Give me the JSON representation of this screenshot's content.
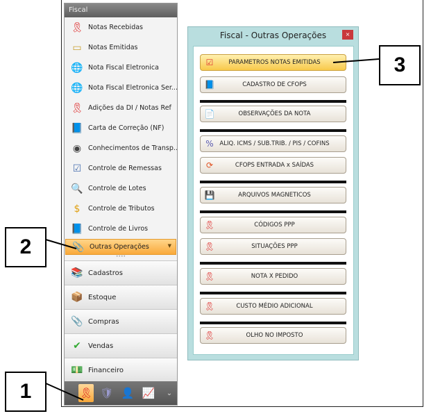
{
  "sidebar": {
    "header": "Fiscal",
    "items": [
      {
        "label": "Notas Recebidas",
        "icon": "ribbon-add-icon"
      },
      {
        "label": "Notas Emitidas",
        "icon": "tray-icon"
      },
      {
        "label": "Nota Fiscal Eletronica",
        "icon": "globe-check-icon"
      },
      {
        "label": "Nota Fiscal Eletronica Ser...",
        "icon": "globe-check-icon"
      },
      {
        "label": "Adições da DI / Notas Ref",
        "icon": "ribbon-add-icon"
      },
      {
        "label": "Carta de Correção (NF)",
        "icon": "book-icon"
      },
      {
        "label": "Conhecimentos de Transp...",
        "icon": "disc-icon"
      },
      {
        "label": "Controle de Remessas",
        "icon": "document-check-icon"
      },
      {
        "label": "Controle de Lotes",
        "icon": "magnifier-icon"
      },
      {
        "label": "Controle de Tributos",
        "icon": "coin-icon"
      },
      {
        "label": "Controle de Livros",
        "icon": "book-icon"
      }
    ],
    "active": "Outras Operações",
    "sections": [
      "Cadastros",
      "Estoque",
      "Compras",
      "Vendas",
      "Financeiro"
    ]
  },
  "dialog": {
    "title": "Fiscal - Outras Operações",
    "close": "×",
    "buttons": [
      "PARAMETROS NOTAS EMITIDAS",
      "CADASTRO DE CFOPS",
      "OBSERVAÇÕES DA NOTA",
      "ALIQ. ICMS / SUB.TRIB. / PIS / COFINS",
      "CFOPS ENTRADA x SAÍDAS",
      "ARQUIVOS MAGNETICOS",
      "CÓDIGOS PPP",
      "SITUAÇÕES PPP",
      "NOTA X PEDIDO",
      "CUSTO MÉDIO ADICIONAL",
      "OLHO NO IMPOSTO"
    ]
  },
  "callouts": [
    "1",
    "2",
    "3"
  ]
}
